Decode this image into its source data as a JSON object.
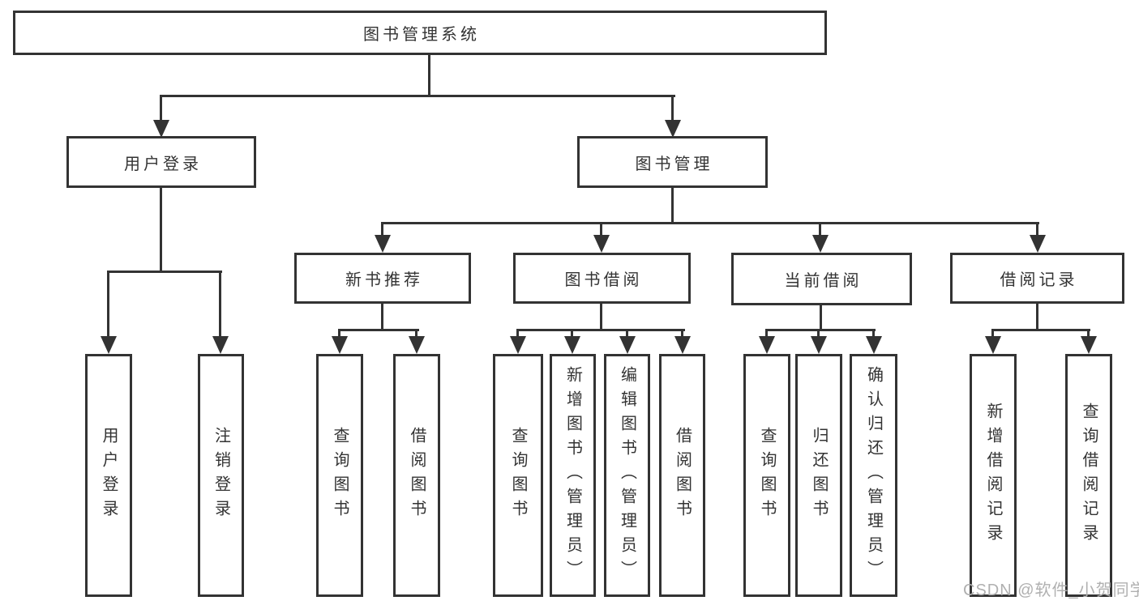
{
  "colors": {
    "line": "#333333",
    "box_border": "#333333",
    "box_background": "#ffffff",
    "text": "#333333",
    "watermark": "#b0b0b0",
    "page_background": "#ffffff"
  },
  "watermark": {
    "text": "CSDN @软件_小贺同学"
  },
  "hierarchy": {
    "root": {
      "label": "图书管理系统"
    },
    "user_login": {
      "label": "用户登录",
      "children": {
        "login": {
          "label": "用户登录"
        },
        "logout": {
          "label": "注销登录"
        }
      }
    },
    "book_management": {
      "label": "图书管理",
      "children": {
        "new_book_recommend": {
          "label": "新书推荐",
          "children": {
            "query_book": {
              "label": "查询图书"
            },
            "borrow_book": {
              "label": "借阅图书"
            }
          }
        },
        "book_borrow": {
          "label": "图书借阅",
          "children": {
            "query_book": {
              "label": "查询图书"
            },
            "add_book": {
              "label": "新增图书（管理员）"
            },
            "edit_book": {
              "label": "编辑图书（管理员）"
            },
            "borrow_book": {
              "label": "借阅图书"
            }
          }
        },
        "current_borrow": {
          "label": "当前借阅",
          "children": {
            "query_book": {
              "label": "查询图书"
            },
            "return_book": {
              "label": "归还图书"
            },
            "confirm_return": {
              "label": "确认归还（管理员）"
            }
          }
        },
        "borrow_records": {
          "label": "借阅记录",
          "children": {
            "add_record": {
              "label": "新增借阅记录"
            },
            "query_record": {
              "label": "查询借阅记录"
            }
          }
        }
      }
    }
  }
}
